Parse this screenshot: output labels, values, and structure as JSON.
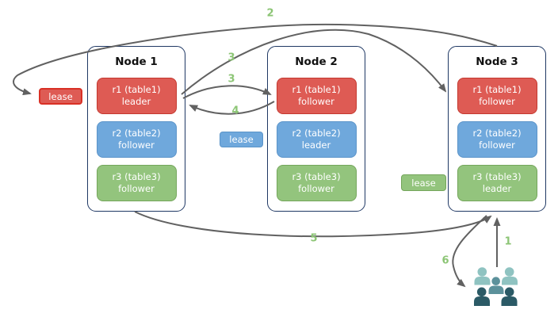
{
  "nodes": [
    {
      "title": "Node 1",
      "replicas": [
        {
          "name": "r1 (table1)",
          "role": "leader",
          "color": "red"
        },
        {
          "name": "r2 (table2)",
          "role": "follower",
          "color": "blue"
        },
        {
          "name": "r3 (table3)",
          "role": "follower",
          "color": "green"
        }
      ]
    },
    {
      "title": "Node 2",
      "replicas": [
        {
          "name": "r1 (table1)",
          "role": "follower",
          "color": "red"
        },
        {
          "name": "r2 (table2)",
          "role": "leader",
          "color": "blue"
        },
        {
          "name": "r3 (table3)",
          "role": "follower",
          "color": "green"
        }
      ]
    },
    {
      "title": "Node 3",
      "replicas": [
        {
          "name": "r1 (table1)",
          "role": "follower",
          "color": "red"
        },
        {
          "name": "r2 (table2)",
          "role": "follower",
          "color": "blue"
        },
        {
          "name": "r3 (table3)",
          "role": "leader",
          "color": "green"
        }
      ]
    }
  ],
  "leases": [
    {
      "label": "lease",
      "color": "red"
    },
    {
      "label": "lease",
      "color": "blue"
    },
    {
      "label": "lease",
      "color": "green"
    }
  ],
  "steps": {
    "step1": "1",
    "step2": "2",
    "step3_long": "3",
    "step3_short": "3",
    "step4": "4",
    "step5": "5",
    "step6": "6"
  },
  "icons": {
    "users": "users-icon"
  },
  "colors": {
    "red_fill": "#DE5B54",
    "red_border": "#C4382F",
    "lease_red_border": "#D93025",
    "blue_fill": "#6FA8DC",
    "blue_border": "#5B94C9",
    "green_fill": "#93C47D",
    "green_border": "#74A65B",
    "node_border": "#1F3864",
    "arrow": "#616161",
    "step_label": "#8CC575",
    "people_light": "#8FC3C1",
    "people_mid": "#5C919B",
    "people_dark": "#2B5A66"
  }
}
